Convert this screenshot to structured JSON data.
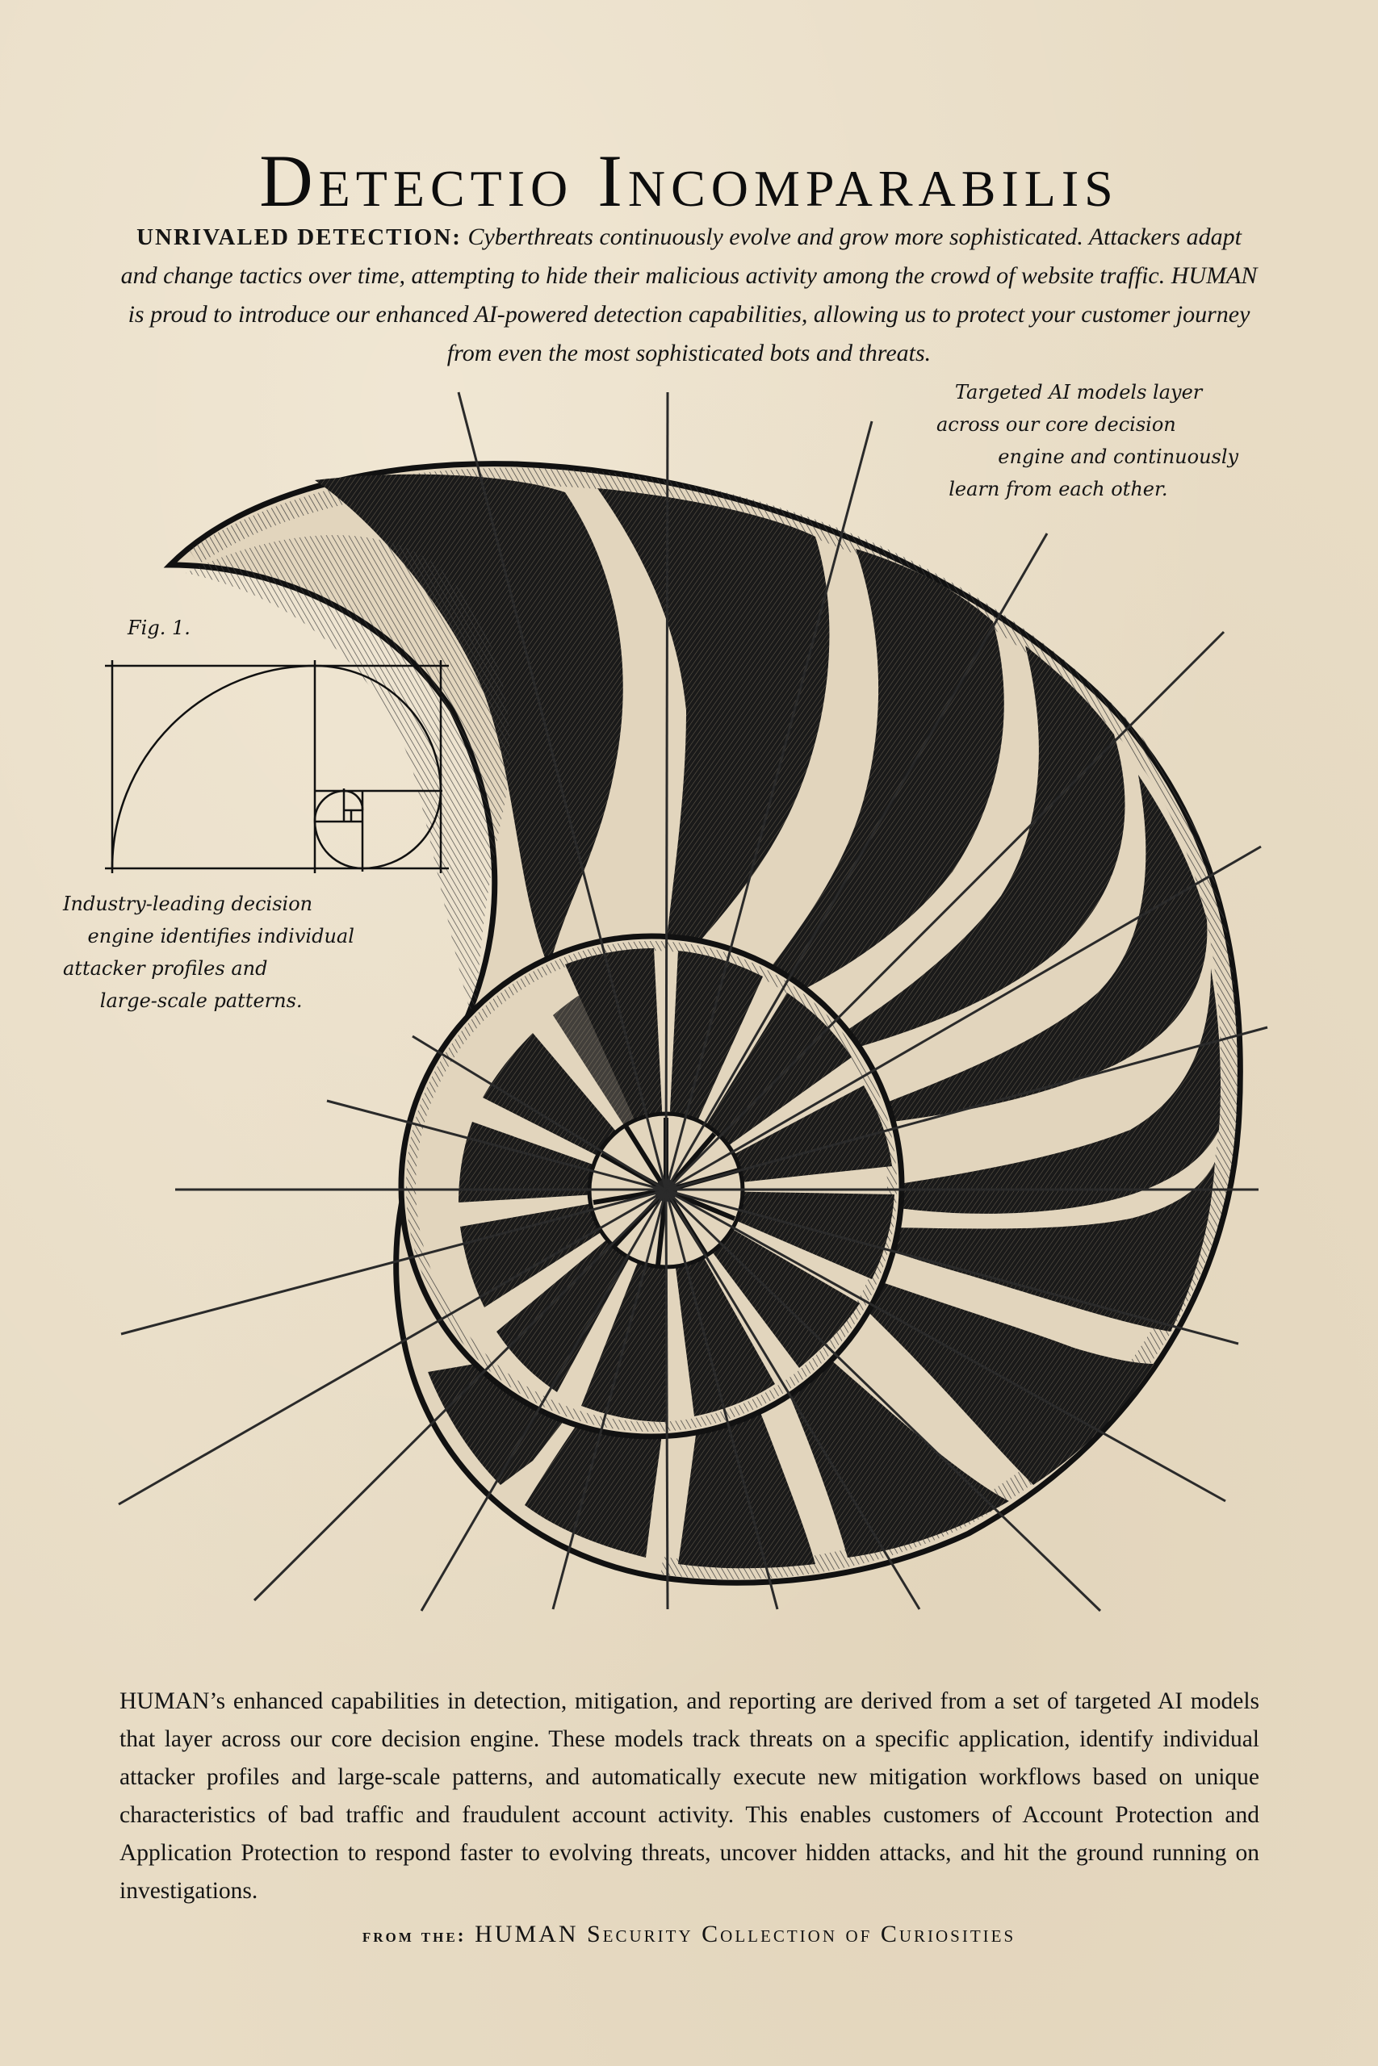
{
  "title": "Detectio Incomparabilis",
  "intro": {
    "lead": "UNRIVALED DETECTION:",
    "text": "Cyberthreats continuously evolve and grow more sophisticated. Attackers adapt and change tactics over time, attempting to hide their malicious activity among the crowd of website traffic. HUMAN is proud to introduce our enhanced AI-powered detection capabilities, allowing us to protect your customer journey from even the most sophisticated bots and threats."
  },
  "figure": {
    "fig_label": "Fig. 1.",
    "caption_top": "   Targeted AI models layer\nacross our core decision\n          engine and continuously\n  learn from each other.",
    "caption_left": "Industry-leading decision\n    engine identifies individual\nattacker profiles and\n      large-scale patterns.",
    "illustration": "nautilus-shell-cross-section"
  },
  "body": "HUMAN’s enhanced capabilities in detection, mitigation, and reporting are derived from a set of targeted AI models that layer across our core decision engine. These models track threats on a specific application, identify individual attacker profiles and large-scale patterns, and automatically execute new mitigation workflows based on unique characteristics of bad traffic and fraudulent account activity. This enables customers of Account Protection and Application Protection to respond faster to evolving threats, uncover hidden attacks, and hit the ground running on investigations.",
  "footer": {
    "prefix": "from the:",
    "text": "HUMAN Security Collection of Curiosities"
  },
  "colors": {
    "paper": "#e8dcc5",
    "ink": "#111111",
    "line": "#2a2a2a"
  }
}
